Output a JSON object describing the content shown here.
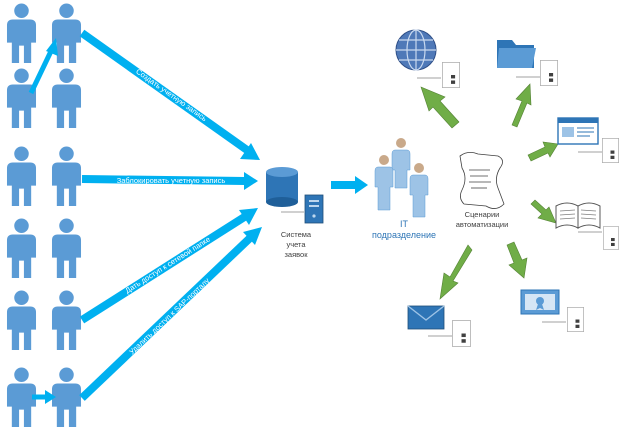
{
  "arrows": {
    "create_account": "Создать учетную запись",
    "block_account": "Заблокировать учетную запись",
    "grant_folder_access": "Дать доступ к сетевой папке",
    "remove_portal_access": "Удалить доступ к SAP-порталу"
  },
  "ticket_system": {
    "line1": "Система",
    "line2": "учета",
    "line3": "заявок"
  },
  "it_department": {
    "line1": "IT",
    "line2": "подразделение"
  },
  "scripts": {
    "line1": "Сценарии",
    "line2": "автоматизации"
  },
  "colors": {
    "person": "#5b9bd5",
    "blue_arrow": "#00b0f0",
    "green_arrow": "#70ad47",
    "db": "#2e75b6",
    "it_text": "#2e75b6"
  },
  "icons": [
    "globe-icon",
    "folder-icon",
    "window-icon",
    "book-icon",
    "certificate-icon",
    "mail-icon"
  ]
}
